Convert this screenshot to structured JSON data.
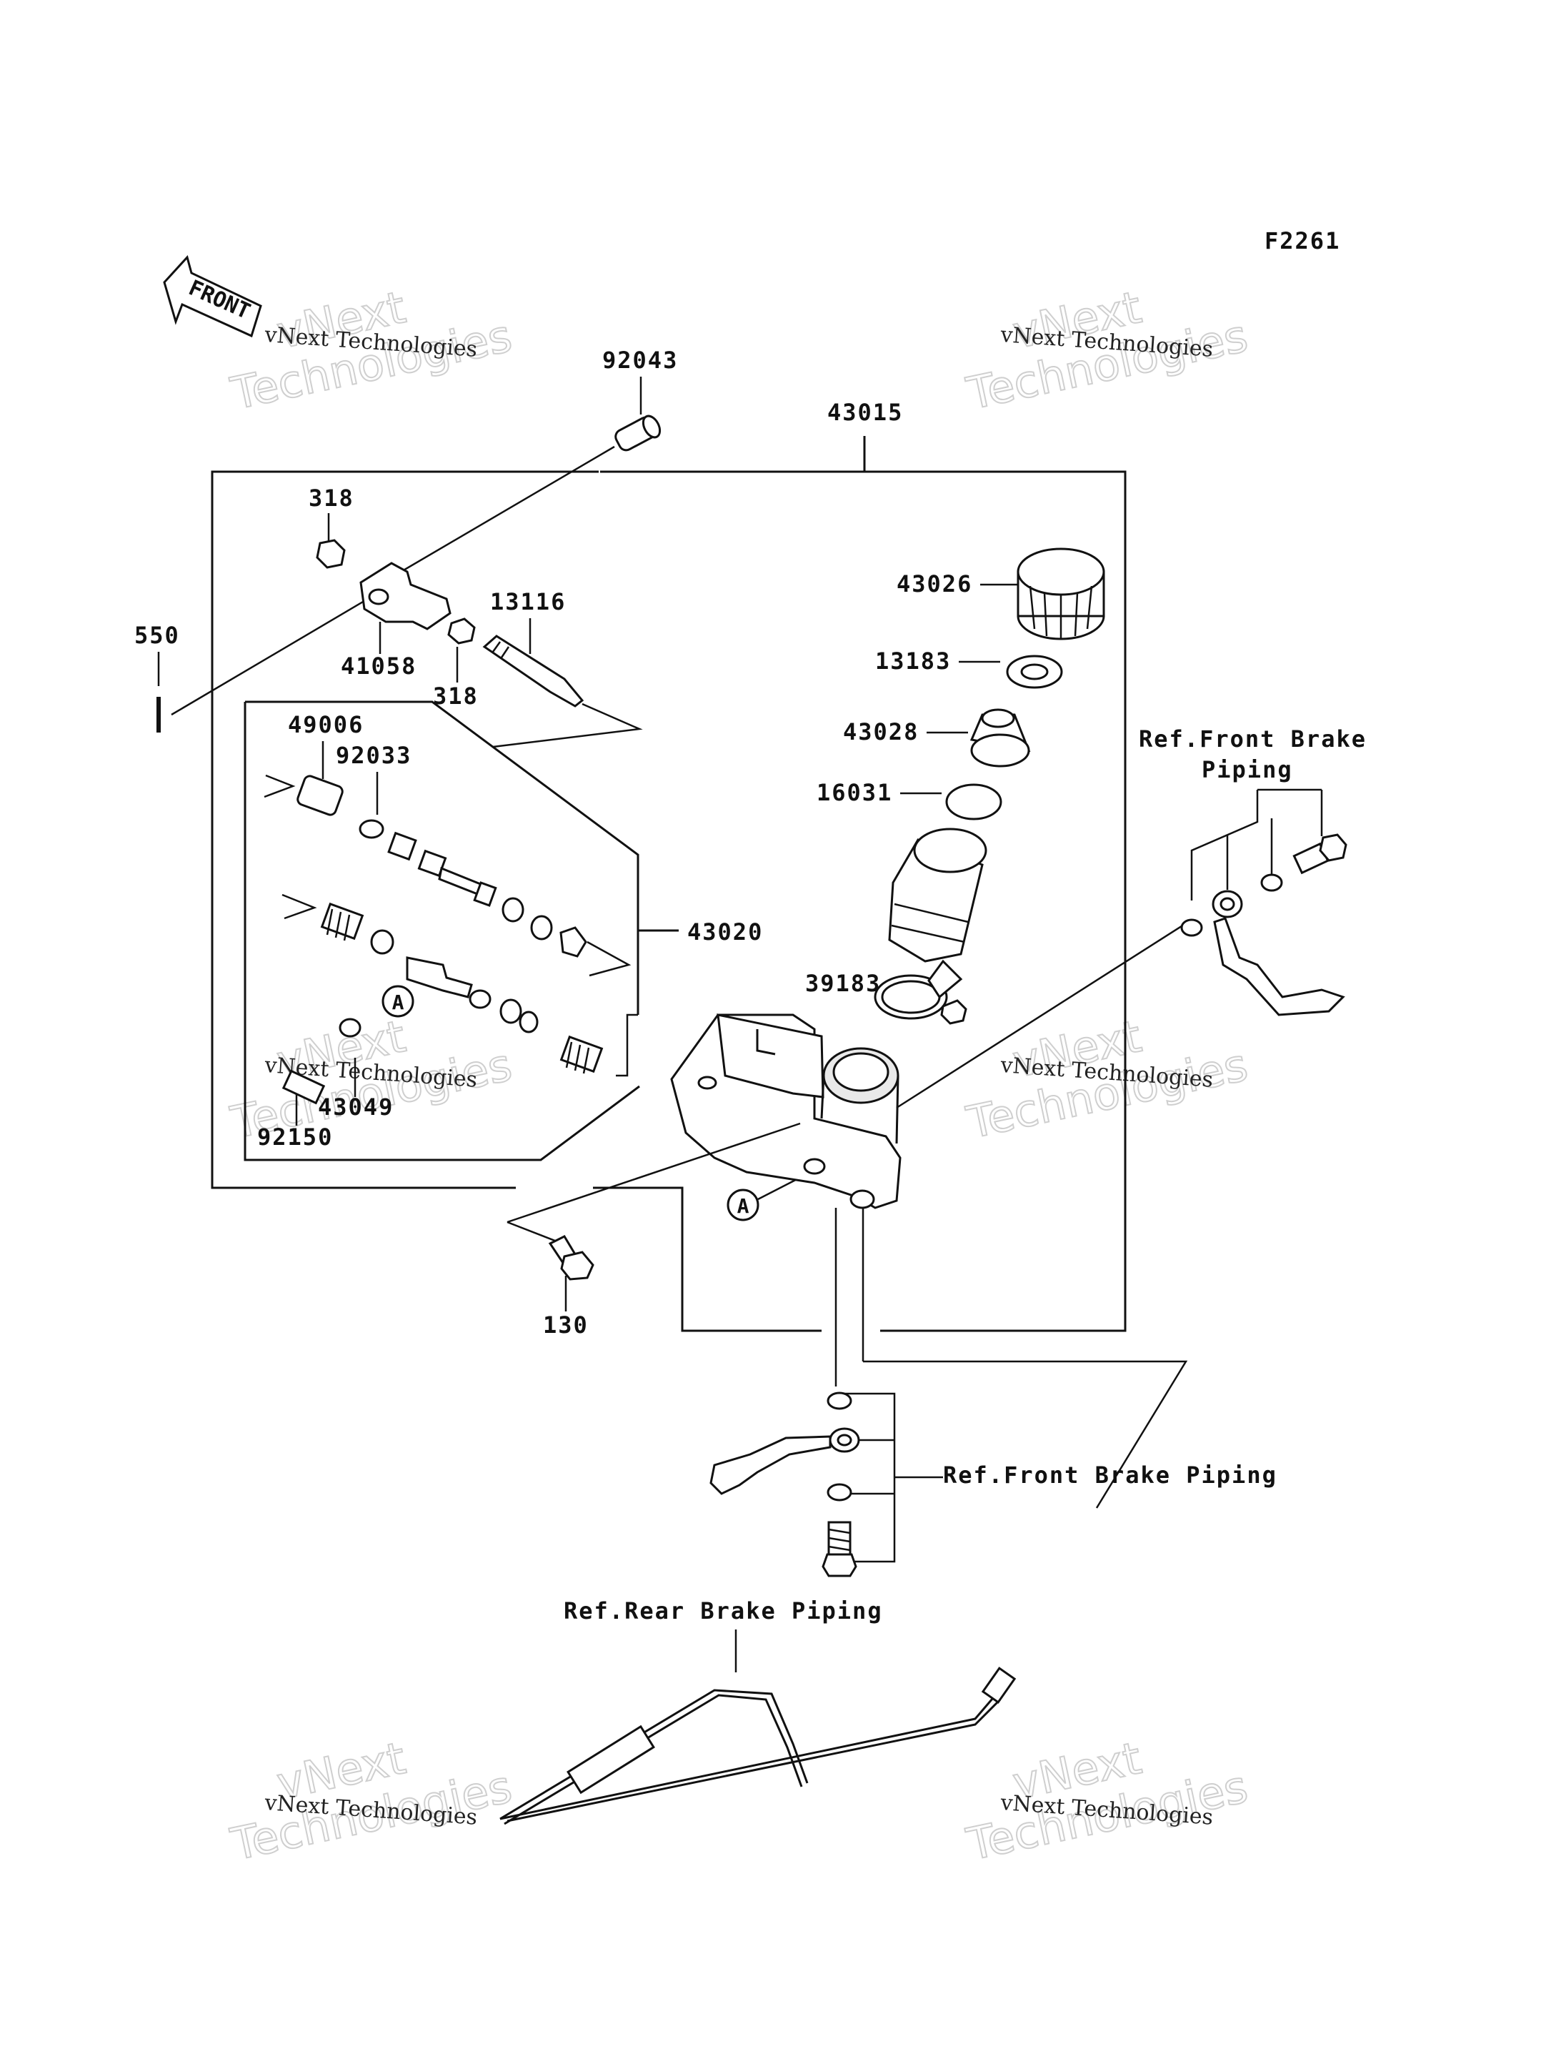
{
  "figure_code": "F2261",
  "front_label": "FRONT",
  "watermark": {
    "line1": "vNext",
    "line2": "Technologies",
    "small": "vNext Technologies"
  },
  "callouts": {
    "c92043": "92043",
    "c43015": "43015",
    "c318a": "318",
    "c318b": "318",
    "c41058": "41058",
    "c13116": "13116",
    "c550": "550",
    "c49006": "49006",
    "c92033": "92033",
    "c43020": "43020",
    "c43049": "43049",
    "c92150": "92150",
    "c43026": "43026",
    "c13183": "13183",
    "c43028": "43028",
    "c16031": "16031",
    "c39183": "39183",
    "c130": "130",
    "markerA1": "A",
    "markerA2": "A"
  },
  "references": {
    "front_brake_piping_right_line1": "Ref.Front Brake",
    "front_brake_piping_right_line2": "Piping",
    "front_brake_piping_lower": "Ref.Front Brake Piping",
    "rear_brake_piping": "Ref.Rear Brake Piping"
  }
}
